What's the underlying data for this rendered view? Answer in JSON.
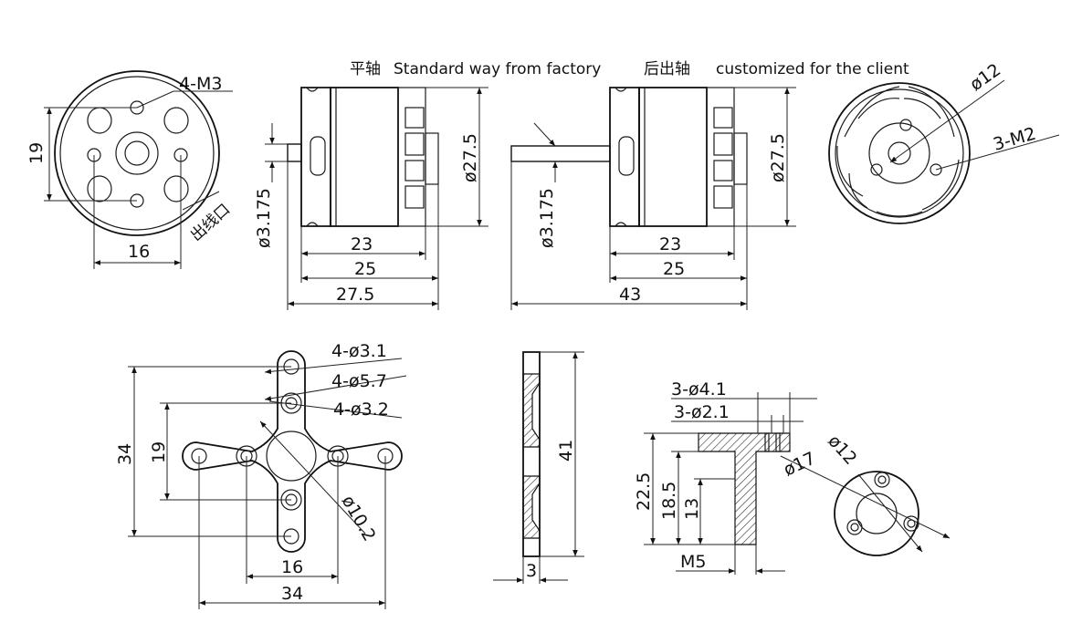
{
  "captions": {
    "standard": {
      "cjk": "平轴",
      "text": "Standard way from factory"
    },
    "custom": {
      "cjk": "后出轴",
      "text": "customized for the client"
    }
  },
  "front_view_left": {
    "holes": "4-M3",
    "spacing_vertical": "19",
    "spacing_horizontal": "16",
    "vent_label": "出线口"
  },
  "side_view_standard": {
    "shaft": "ø3.175",
    "diameter": "ø27.5",
    "len_23": "23",
    "len_25": "25",
    "len_total": "27.5"
  },
  "side_view_custom": {
    "shaft": "ø3.175",
    "diameter": "ø27.5",
    "len_23": "23",
    "len_25": "25",
    "len_total": "43"
  },
  "front_view_right": {
    "bore": "ø12",
    "holes": "3-M2"
  },
  "cross_mount": {
    "holes_a": "4-ø3.1",
    "holes_b": "4-ø5.7",
    "holes_c": "4-ø3.2",
    "center": "ø10.2",
    "height": "34",
    "inner_height": "19",
    "inner_width": "16",
    "width": "34"
  },
  "plate_profile": {
    "height": "41",
    "thickness": "3"
  },
  "prop_adapter": {
    "holes_a": "3-ø4.1",
    "holes_b": "3-ø2.1",
    "h_total": "22.5",
    "h_mid": "18.5",
    "h_low": "13",
    "thread": "M5",
    "flange_d": "ø17",
    "pcd": "ø12"
  }
}
